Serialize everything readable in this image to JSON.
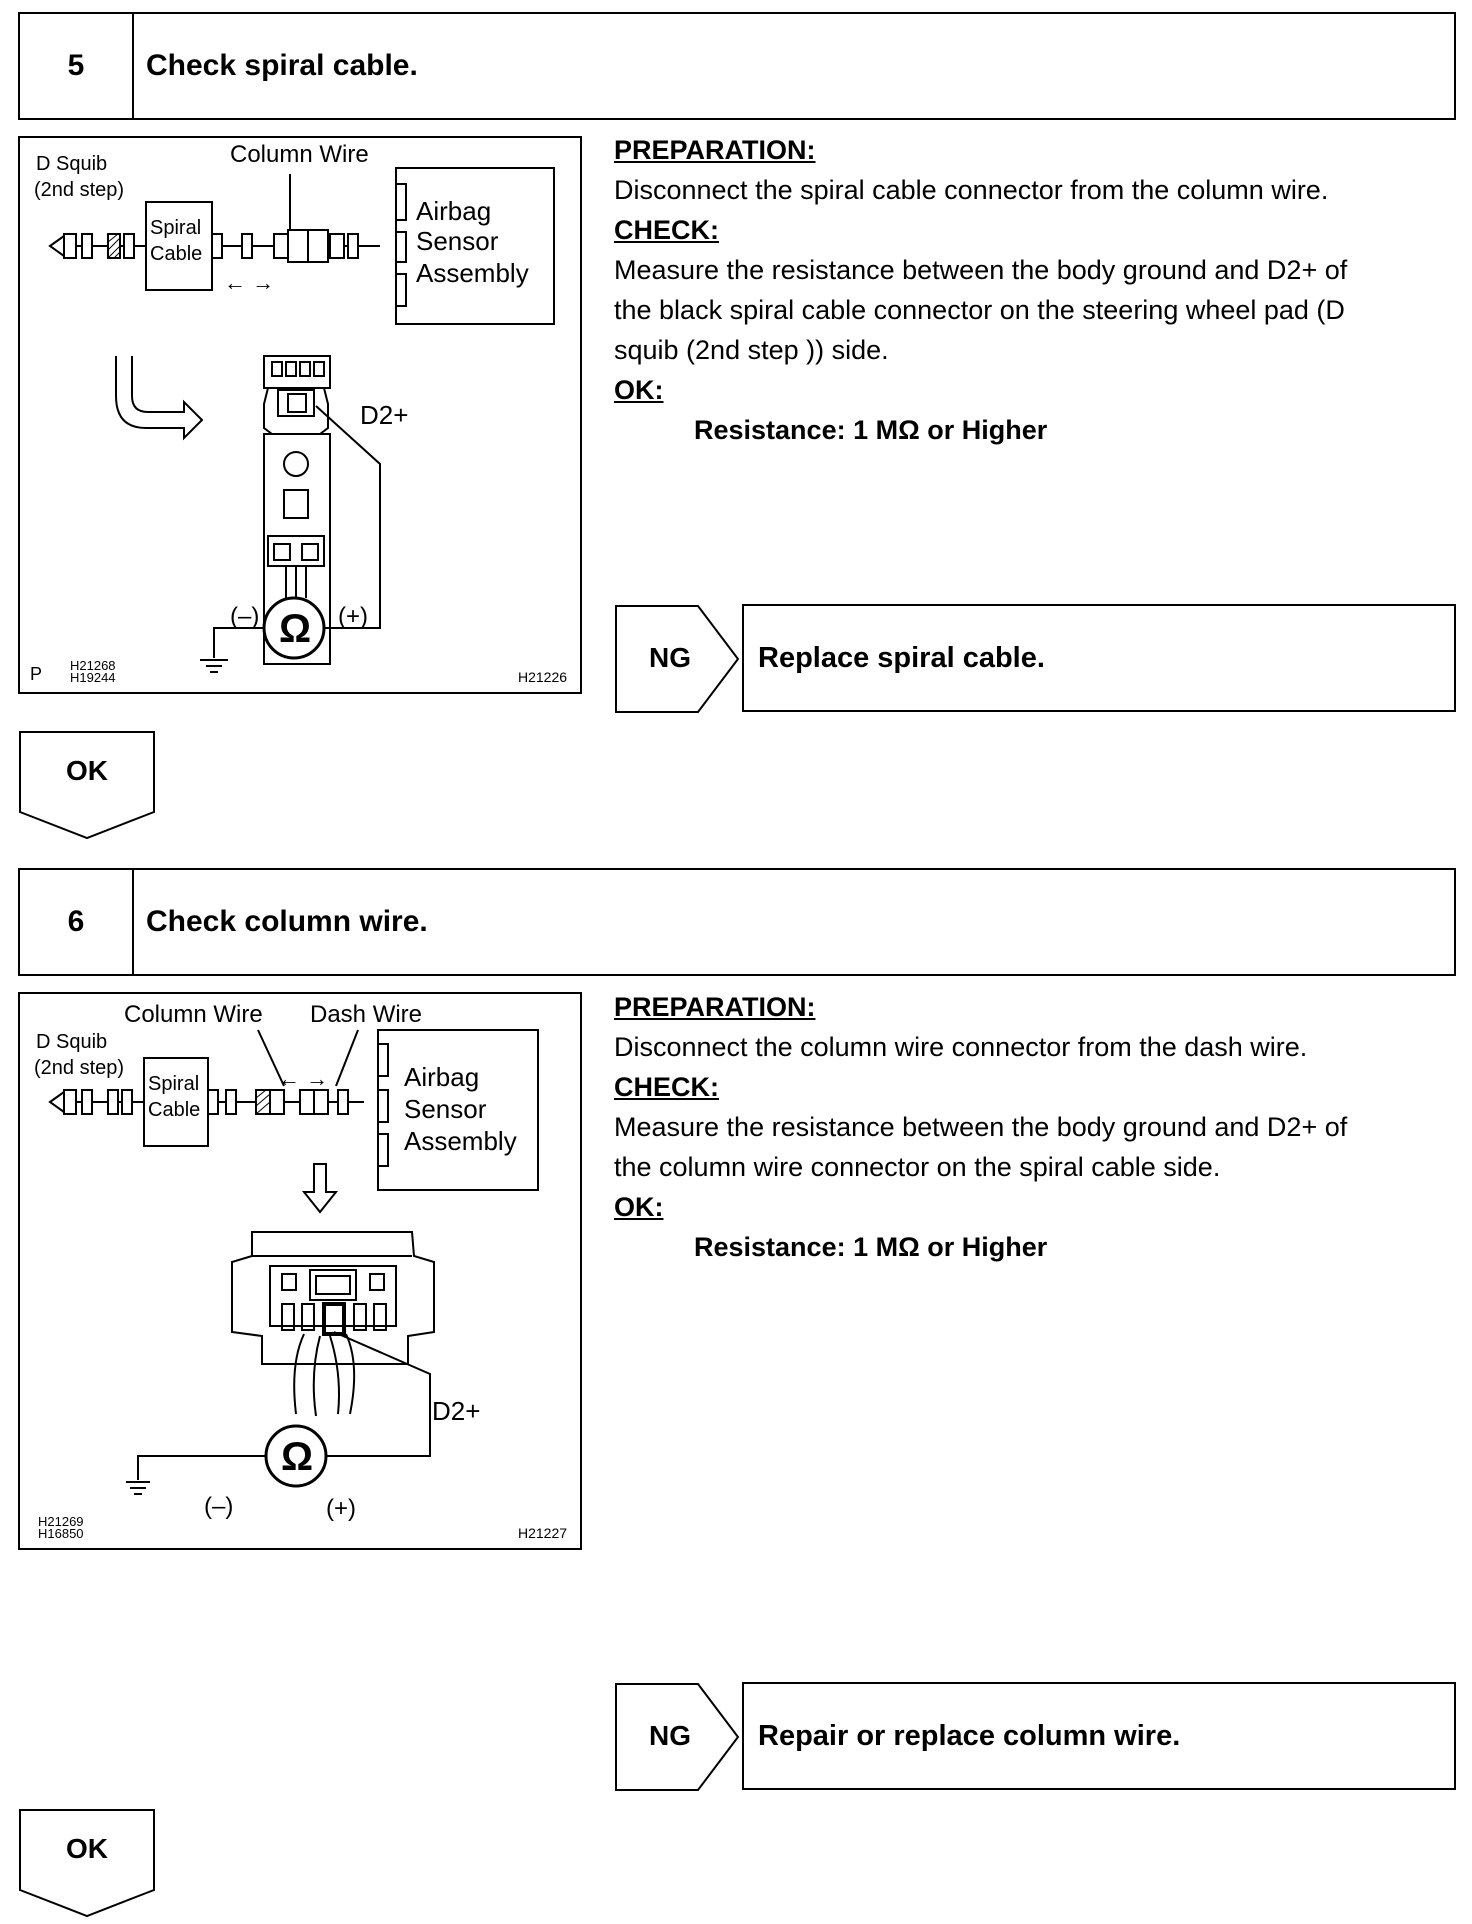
{
  "step5": {
    "number": "5",
    "title": "Check spiral cable.",
    "figure": {
      "label_d_squib": "D Squib",
      "label_2nd_step": "(2nd step)",
      "label_column_wire": "Column Wire",
      "label_spiral": "Spiral",
      "label_cable": "Cable",
      "label_airbag": "Airbag",
      "label_sensor": "Sensor",
      "label_assembly": "Assembly",
      "label_arrows": "← →",
      "label_terminal": "D2+",
      "label_minus": "(–)",
      "label_plus": "(+)",
      "label_ohm": "Ω",
      "label_p": "P",
      "code_1": "H21268",
      "code_2": "H19244",
      "code_main": "H21226"
    },
    "preparation_heading": "PREPARATION:",
    "preparation_text": "Disconnect the spiral cable connector from the column wire.",
    "check_heading": "CHECK:",
    "check_text_1": "Measure the resistance between the body ground and D2+ of",
    "check_text_2": "the black spiral cable connector on the steering wheel pad (D",
    "check_text_3": "squib (2nd step )) side.",
    "ok_heading": "OK:",
    "spec": "Resistance: 1 MΩ or Higher",
    "ng_label": "NG",
    "ng_action": "Replace spiral cable.",
    "ok_label": "OK"
  },
  "step6": {
    "number": "6",
    "title": "Check column wire.",
    "figure": {
      "label_d_squib": "D Squib",
      "label_2nd_step": "(2nd step)",
      "label_column_wire": "Column Wire",
      "label_dash_wire": "Dash Wire",
      "label_spiral": "Spiral",
      "label_cable": "Cable",
      "label_airbag": "Airbag",
      "label_sensor": "Sensor",
      "label_assembly": "Assembly",
      "label_arrows": "← →",
      "label_terminal": "D2+",
      "label_minus": "(–)",
      "label_plus": "(+)",
      "label_ohm": "Ω",
      "code_1": "H21269",
      "code_2": "H16850",
      "code_main": "H21227"
    },
    "preparation_heading": "PREPARATION:",
    "preparation_text": "Disconnect the column wire connector from the dash wire.",
    "check_heading": "CHECK:",
    "check_text_1": "Measure the resistance between the body ground and D2+ of",
    "check_text_2": "the column wire connector on the spiral cable side.",
    "ok_heading": "OK:",
    "spec": "Resistance: 1 MΩ or Higher",
    "ng_label": "NG",
    "ng_action": "Repair or replace column wire.",
    "ok_label": "OK"
  }
}
